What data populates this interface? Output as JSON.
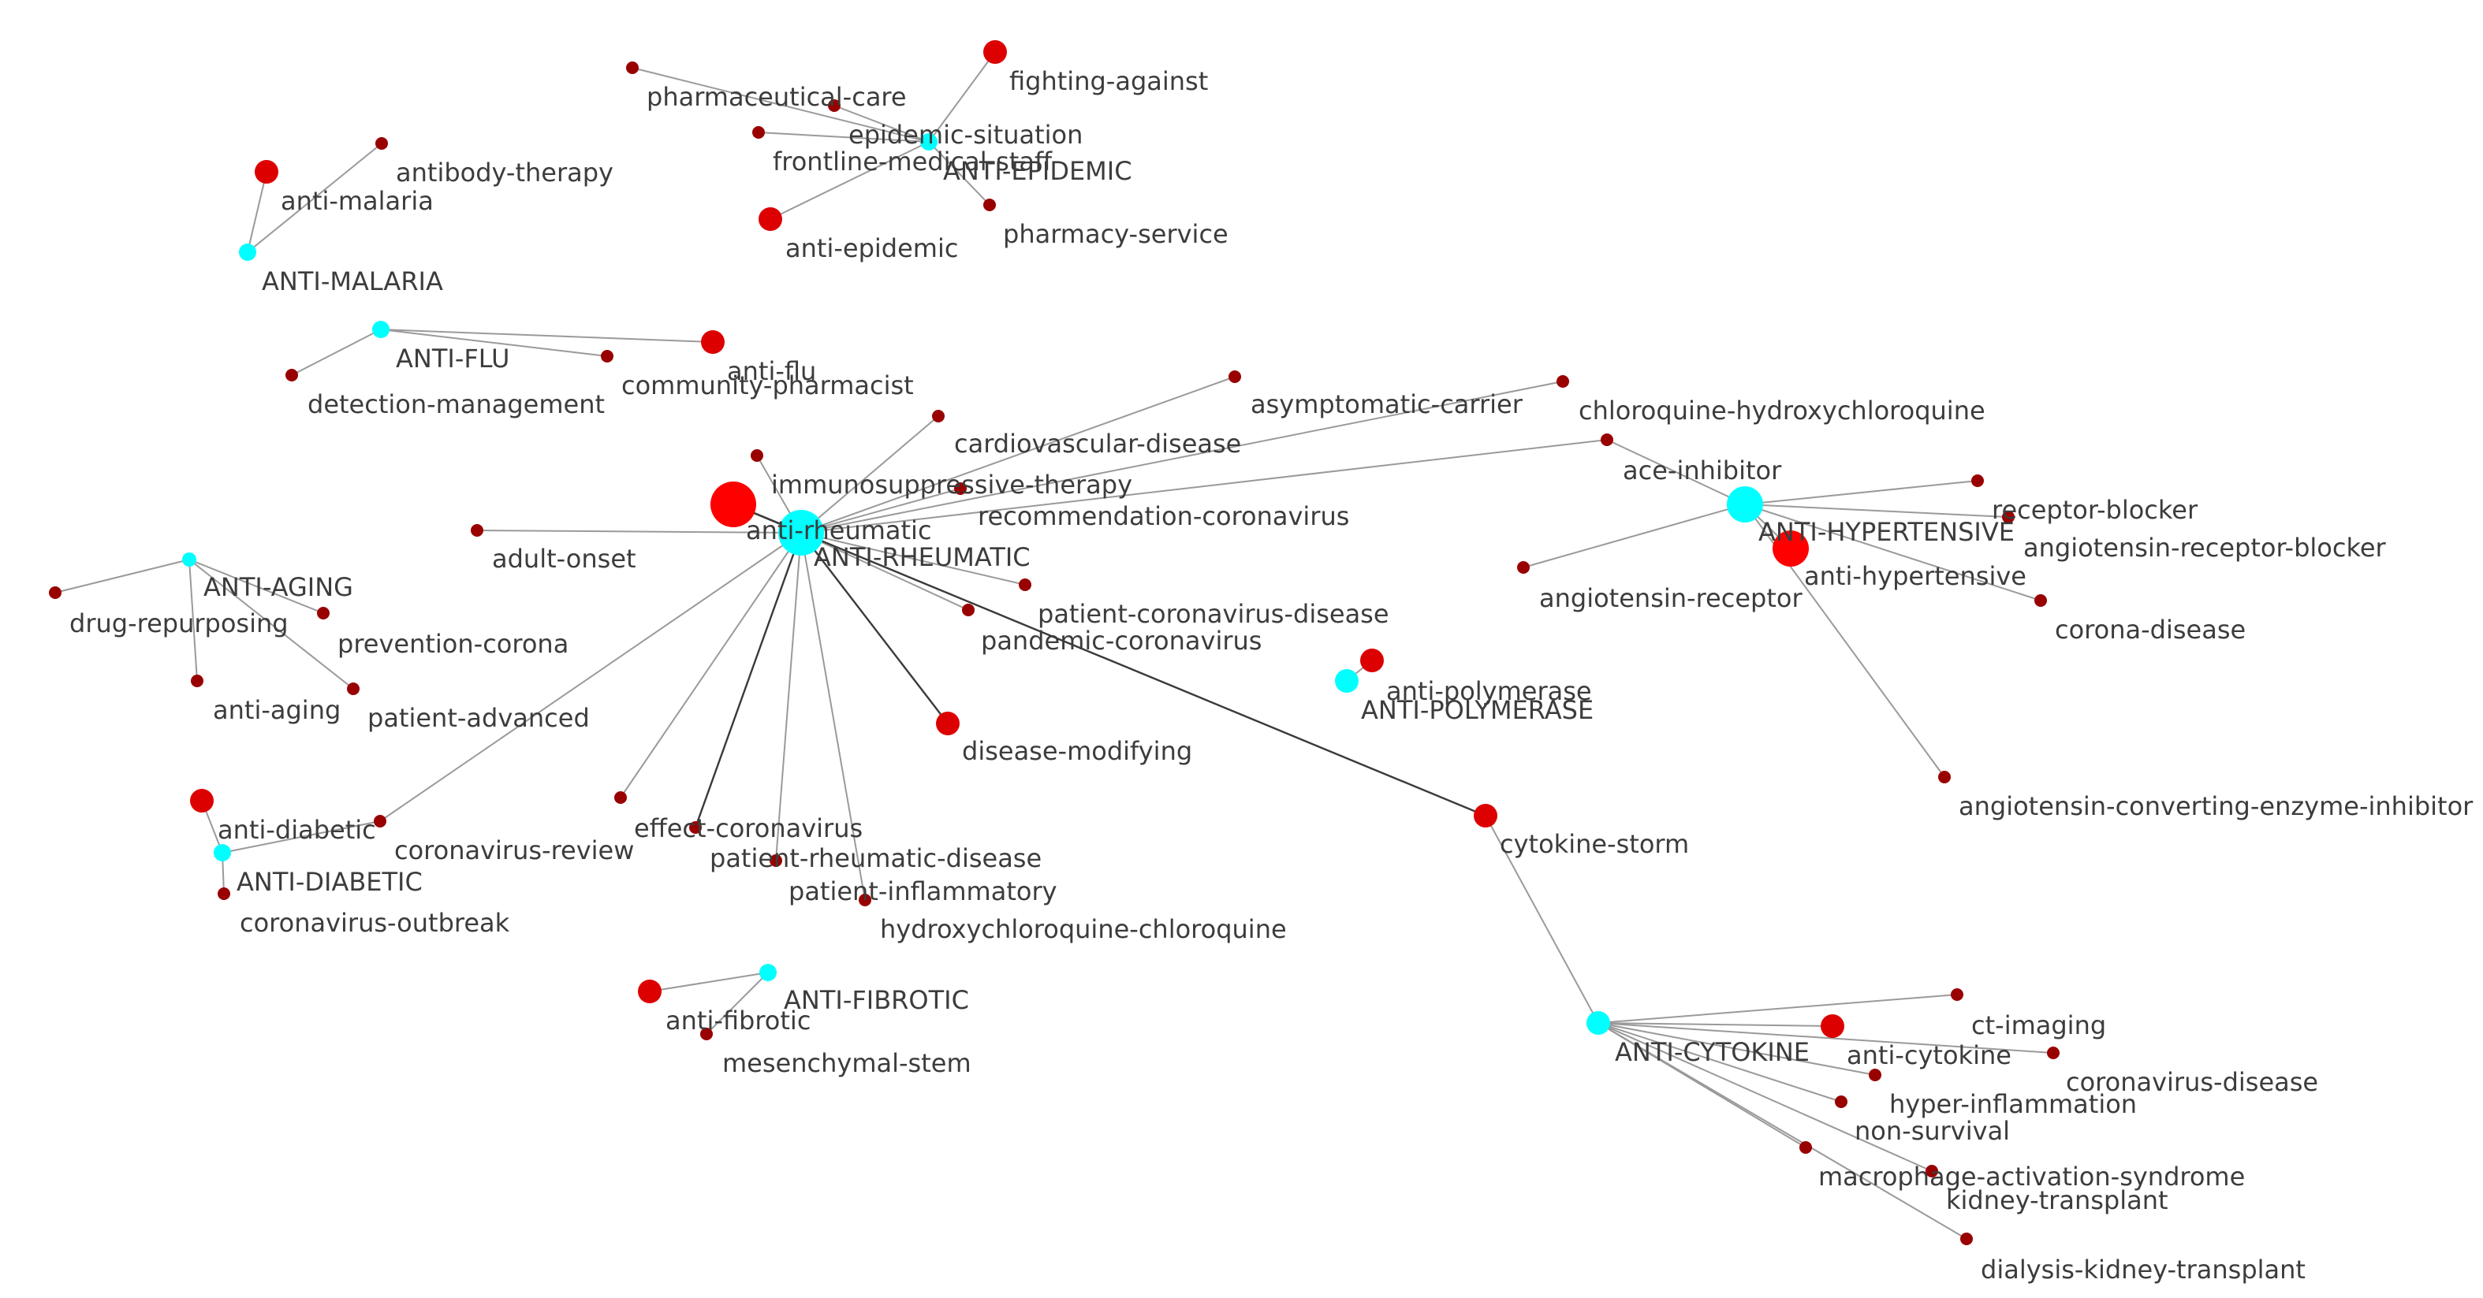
{
  "colors": {
    "hub": "#00ffff",
    "term_large": "#ff0000",
    "term_small": "#990000",
    "edge": "#9a9a9a",
    "edge_dark": "#3a3a3a",
    "label": "#3c3c3c"
  },
  "nodes": [
    {
      "id": "ANTI-RHEUMATIC",
      "label": "ANTI-RHEUMATIC",
      "kind": "hub",
      "size": "xl"
    },
    {
      "id": "anti-rheumatic",
      "label": "anti-rheumatic",
      "kind": "term",
      "size": "xl"
    },
    {
      "id": "immunosuppressive-therapy",
      "label": "immunosuppressive-therapy",
      "kind": "term",
      "size": "s"
    },
    {
      "id": "cardiovascular-disease",
      "label": "cardiovascular-disease",
      "kind": "term",
      "size": "s"
    },
    {
      "id": "asymptomatic-carrier",
      "label": "asymptomatic-carrier",
      "kind": "term",
      "size": "s"
    },
    {
      "id": "chloroquine-hydroxychloroquine",
      "label": "chloroquine-hydroxychloroquine",
      "kind": "term",
      "size": "s"
    },
    {
      "id": "recommendation-coronavirus",
      "label": "recommendation-coronavirus",
      "kind": "term",
      "size": "s"
    },
    {
      "id": "adult-onset",
      "label": "adult-onset",
      "kind": "term",
      "size": "s"
    },
    {
      "id": "patient-coronavirus-disease",
      "label": "patient-coronavirus-disease",
      "kind": "term",
      "size": "s"
    },
    {
      "id": "pandemic-coronavirus",
      "label": "pandemic-coronavirus",
      "kind": "term",
      "size": "s"
    },
    {
      "id": "disease-modifying",
      "label": "disease-modifying",
      "kind": "term",
      "size": "m"
    },
    {
      "id": "effect-coronavirus",
      "label": "effect-coronavirus",
      "kind": "term",
      "size": "s"
    },
    {
      "id": "patient-rheumatic-disease",
      "label": "patient-rheumatic-disease",
      "kind": "term",
      "size": "s"
    },
    {
      "id": "patient-inflammatory",
      "label": "patient-inflammatory",
      "kind": "term",
      "size": "s"
    },
    {
      "id": "hydroxychloroquine-chloroquine",
      "label": "hydroxychloroquine-chloroquine",
      "kind": "term",
      "size": "s"
    },
    {
      "id": "coronavirus-review",
      "label": "coronavirus-review",
      "kind": "term",
      "size": "s"
    },
    {
      "id": "cytokine-storm",
      "label": "cytokine-storm",
      "kind": "term",
      "size": "m"
    },
    {
      "id": "ANTI-HYPERTENSIVE",
      "label": "ANTI-HYPERTENSIVE",
      "kind": "hub",
      "size": "l"
    },
    {
      "id": "anti-hypertensive",
      "label": "anti-hypertensive",
      "kind": "term",
      "size": "l"
    },
    {
      "id": "ace-inhibitor",
      "label": "ace-inhibitor",
      "kind": "term",
      "size": "s"
    },
    {
      "id": "receptor-blocker",
      "label": "receptor-blocker",
      "kind": "term",
      "size": "s"
    },
    {
      "id": "angiotensin-receptor-blocker",
      "label": "angiotensin-receptor-blocker",
      "kind": "term",
      "size": "s"
    },
    {
      "id": "angiotensin-receptor",
      "label": "angiotensin-receptor",
      "kind": "term",
      "size": "s"
    },
    {
      "id": "corona-disease",
      "label": "corona-disease",
      "kind": "term",
      "size": "s"
    },
    {
      "id": "angiotensin-converting-enzyme-inhibitor",
      "label": "angiotensin-converting-enzyme-inhibitor",
      "kind": "term",
      "size": "s"
    },
    {
      "id": "ANTI-POLYMERASE",
      "label": "ANTI-POLYMERASE",
      "kind": "hub",
      "size": "m"
    },
    {
      "id": "anti-polymerase",
      "label": "anti-polymerase",
      "kind": "term",
      "size": "m"
    },
    {
      "id": "ANTI-CYTOKINE",
      "label": "ANTI-CYTOKINE",
      "kind": "hub",
      "size": "m"
    },
    {
      "id": "anti-cytokine",
      "label": "anti-cytokine",
      "kind": "term",
      "size": "m"
    },
    {
      "id": "ct-imaging",
      "label": "ct-imaging",
      "kind": "term",
      "size": "s"
    },
    {
      "id": "coronavirus-disease",
      "label": "coronavirus-disease",
      "kind": "term",
      "size": "s"
    },
    {
      "id": "hyper-inflammation",
      "label": "hyper-inflammation",
      "kind": "term",
      "size": "s"
    },
    {
      "id": "non-survival",
      "label": "non-survival",
      "kind": "term",
      "size": "s"
    },
    {
      "id": "macrophage-activation-syndrome",
      "label": "macrophage-activation-syndrome",
      "kind": "term",
      "size": "s"
    },
    {
      "id": "kidney-transplant",
      "label": "kidney-transplant",
      "kind": "term",
      "size": "s"
    },
    {
      "id": "dialysis-kidney-transplant",
      "label": "dialysis-kidney-transplant",
      "kind": "term",
      "size": "s"
    },
    {
      "id": "ANTI-EPIDEMIC",
      "label": "ANTI-EPIDEMIC",
      "kind": "hub",
      "size": "s"
    },
    {
      "id": "anti-epidemic",
      "label": "anti-epidemic",
      "kind": "term",
      "size": "m"
    },
    {
      "id": "fighting-against",
      "label": "fighting-against",
      "kind": "term",
      "size": "m"
    },
    {
      "id": "pharmaceutical-care",
      "label": "pharmaceutical-care",
      "kind": "term",
      "size": "s"
    },
    {
      "id": "epidemic-situation",
      "label": "epidemic-situation",
      "kind": "term",
      "size": "s"
    },
    {
      "id": "frontline-medical-staff",
      "label": "frontline-medical-staff",
      "kind": "term",
      "size": "s"
    },
    {
      "id": "pharmacy-service",
      "label": "pharmacy-service",
      "kind": "term",
      "size": "s"
    },
    {
      "id": "ANTI-MALARIA",
      "label": "ANTI-MALARIA",
      "kind": "hub",
      "size": "s"
    },
    {
      "id": "anti-malaria",
      "label": "anti-malaria",
      "kind": "term",
      "size": "m"
    },
    {
      "id": "antibody-therapy",
      "label": "antibody-therapy",
      "kind": "term",
      "size": "s"
    },
    {
      "id": "ANTI-FLU",
      "label": "ANTI-FLU",
      "kind": "hub",
      "size": "s"
    },
    {
      "id": "anti-flu",
      "label": "anti-flu",
      "kind": "term",
      "size": "m"
    },
    {
      "id": "community-pharmacist",
      "label": "community-pharmacist",
      "kind": "term",
      "size": "s"
    },
    {
      "id": "detection-management",
      "label": "detection-management",
      "kind": "term",
      "size": "s"
    },
    {
      "id": "ANTI-AGING",
      "label": "ANTI-AGING",
      "kind": "hub",
      "size": "xs"
    },
    {
      "id": "anti-aging",
      "label": "anti-aging",
      "kind": "term",
      "size": "s"
    },
    {
      "id": "drug-repurposing",
      "label": "drug-repurposing",
      "kind": "term",
      "size": "s"
    },
    {
      "id": "prevention-corona",
      "label": "prevention-corona",
      "kind": "term",
      "size": "s"
    },
    {
      "id": "patient-advanced",
      "label": "patient-advanced",
      "kind": "term",
      "size": "s"
    },
    {
      "id": "ANTI-DIABETIC",
      "label": "ANTI-DIABETIC",
      "kind": "hub",
      "size": "s"
    },
    {
      "id": "anti-diabetic",
      "label": "anti-diabetic",
      "kind": "term",
      "size": "m"
    },
    {
      "id": "coronavirus-outbreak",
      "label": "coronavirus-outbreak",
      "kind": "term",
      "size": "s"
    },
    {
      "id": "ANTI-FIBROTIC",
      "label": "ANTI-FIBROTIC",
      "kind": "hub",
      "size": "s"
    },
    {
      "id": "anti-fibrotic",
      "label": "anti-fibrotic",
      "kind": "term",
      "size": "m"
    },
    {
      "id": "mesenchymal-stem",
      "label": "mesenchymal-stem",
      "kind": "term",
      "size": "s"
    }
  ],
  "edges": [
    {
      "source": "ANTI-RHEUMATIC",
      "target": "anti-rheumatic",
      "style": "dark"
    },
    {
      "source": "ANTI-RHEUMATIC",
      "target": "immunosuppressive-therapy"
    },
    {
      "source": "ANTI-RHEUMATIC",
      "target": "cardiovascular-disease"
    },
    {
      "source": "ANTI-RHEUMATIC",
      "target": "asymptomatic-carrier"
    },
    {
      "source": "ANTI-RHEUMATIC",
      "target": "chloroquine-hydroxychloroquine"
    },
    {
      "source": "ANTI-RHEUMATIC",
      "target": "ace-inhibitor"
    },
    {
      "source": "ANTI-RHEUMATIC",
      "target": "recommendation-coronavirus"
    },
    {
      "source": "ANTI-RHEUMATIC",
      "target": "adult-onset"
    },
    {
      "source": "ANTI-RHEUMATIC",
      "target": "patient-coronavirus-disease"
    },
    {
      "source": "ANTI-RHEUMATIC",
      "target": "pandemic-coronavirus"
    },
    {
      "source": "ANTI-RHEUMATIC",
      "target": "disease-modifying",
      "style": "dark"
    },
    {
      "source": "ANTI-RHEUMATIC",
      "target": "effect-coronavirus"
    },
    {
      "source": "ANTI-RHEUMATIC",
      "target": "patient-rheumatic-disease",
      "style": "dark"
    },
    {
      "source": "ANTI-RHEUMATIC",
      "target": "patient-inflammatory"
    },
    {
      "source": "ANTI-RHEUMATIC",
      "target": "hydroxychloroquine-chloroquine"
    },
    {
      "source": "ANTI-RHEUMATIC",
      "target": "coronavirus-review"
    },
    {
      "source": "anti-rheumatic",
      "target": "cytokine-storm",
      "style": "dark"
    },
    {
      "source": "cytokine-storm",
      "target": "ANTI-CYTOKINE"
    },
    {
      "source": "ANTI-HYPERTENSIVE",
      "target": "ace-inhibitor"
    },
    {
      "source": "ANTI-HYPERTENSIVE",
      "target": "receptor-blocker"
    },
    {
      "source": "ANTI-HYPERTENSIVE",
      "target": "angiotensin-receptor-blocker"
    },
    {
      "source": "ANTI-HYPERTENSIVE",
      "target": "anti-hypertensive"
    },
    {
      "source": "ANTI-HYPERTENSIVE",
      "target": "angiotensin-receptor"
    },
    {
      "source": "ANTI-HYPERTENSIVE",
      "target": "corona-disease"
    },
    {
      "source": "ANTI-HYPERTENSIVE",
      "target": "angiotensin-converting-enzyme-inhibitor"
    },
    {
      "source": "ANTI-POLYMERASE",
      "target": "anti-polymerase"
    },
    {
      "source": "ANTI-CYTOKINE",
      "target": "ct-imaging"
    },
    {
      "source": "ANTI-CYTOKINE",
      "target": "anti-cytokine"
    },
    {
      "source": "ANTI-CYTOKINE",
      "target": "coronavirus-disease"
    },
    {
      "source": "ANTI-CYTOKINE",
      "target": "hyper-inflammation"
    },
    {
      "source": "ANTI-CYTOKINE",
      "target": "non-survival"
    },
    {
      "source": "ANTI-CYTOKINE",
      "target": "macrophage-activation-syndrome"
    },
    {
      "source": "ANTI-CYTOKINE",
      "target": "kidney-transplant"
    },
    {
      "source": "ANTI-CYTOKINE",
      "target": "dialysis-kidney-transplant"
    },
    {
      "source": "ANTI-CYTOKINE",
      "target": "epidemic-situation",
      "hidden": true
    },
    {
      "source": "ANTI-EPIDEMIC",
      "target": "fighting-against"
    },
    {
      "source": "ANTI-EPIDEMIC",
      "target": "pharmaceutical-care"
    },
    {
      "source": "ANTI-EPIDEMIC",
      "target": "epidemic-situation"
    },
    {
      "source": "ANTI-EPIDEMIC",
      "target": "frontline-medical-staff"
    },
    {
      "source": "ANTI-EPIDEMIC",
      "target": "anti-epidemic"
    },
    {
      "source": "ANTI-EPIDEMIC",
      "target": "pharmacy-service"
    },
    {
      "source": "ANTI-MALARIA",
      "target": "anti-malaria"
    },
    {
      "source": "ANTI-MALARIA",
      "target": "antibody-therapy"
    },
    {
      "source": "ANTI-FLU",
      "target": "anti-flu"
    },
    {
      "source": "ANTI-FLU",
      "target": "community-pharmacist"
    },
    {
      "source": "ANTI-FLU",
      "target": "detection-management"
    },
    {
      "source": "ANTI-AGING",
      "target": "drug-repurposing"
    },
    {
      "source": "ANTI-AGING",
      "target": "prevention-corona"
    },
    {
      "source": "ANTI-AGING",
      "target": "anti-aging"
    },
    {
      "source": "ANTI-AGING",
      "target": "patient-advanced"
    },
    {
      "source": "ANTI-DIABETIC",
      "target": "anti-diabetic"
    },
    {
      "source": "ANTI-DIABETIC",
      "target": "coronavirus-review"
    },
    {
      "source": "ANTI-DIABETIC",
      "target": "coronavirus-outbreak"
    },
    {
      "source": "ANTI-FIBROTIC",
      "target": "anti-fibrotic"
    },
    {
      "source": "ANTI-FIBROTIC",
      "target": "mesenchymal-stem"
    }
  ]
}
